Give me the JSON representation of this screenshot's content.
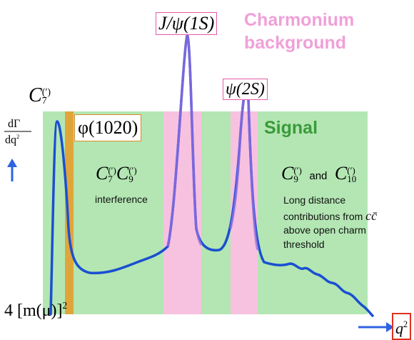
{
  "labels": {
    "jpsi": "J/ψ(1S)",
    "psi2s": "ψ(2S)",
    "phi": "φ(1020)",
    "charmonium_line1": "Charmonium",
    "charmonium_line2": "background",
    "signal": "Signal",
    "c7": "C",
    "c7_sup": "(′)",
    "c7_sub": "7",
    "rate_num": "dΓ",
    "rate_den": "dq",
    "rate_den_sup": "2",
    "interference_c7": "C",
    "interference_c7_sup": "(′)",
    "interference_c7_sub": "7",
    "interference_c9": "C",
    "interference_c9_sup": "(′)",
    "interference_c9_sub": "9",
    "interference": "interference",
    "c9": "C",
    "c9_sup": "(′)",
    "c9_sub": "9",
    "and": "and",
    "c10": "C",
    "c10_sup": "(′)",
    "c10_sub": "10",
    "long_distance_1": "Long distance",
    "long_distance_2": "contributions from",
    "ccbar": "cc̄",
    "long_distance_3": "above open charm",
    "long_distance_4": "threshold",
    "threshold_prefix": "4 [m(μ)]",
    "threshold_sup": "2",
    "q2": "q",
    "q2_sup": "2"
  },
  "colors": {
    "signal_region": "#b3e6b3",
    "charmonium_band": "#f7c1e0",
    "phi_band": "#e0a53a",
    "curve": "#1a4fd1",
    "curve_in_band": "#9a6fe0",
    "signal_text": "#3a9a3a",
    "charmonium_text": "#f0a0d8",
    "arrow": "#2f63e0"
  },
  "icons": {
    "rate_arrow": "up-arrow-icon",
    "q2_arrow": "right-arrow-icon"
  }
}
